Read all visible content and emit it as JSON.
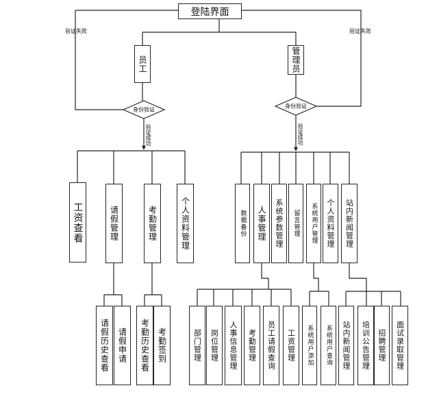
{
  "nodes": {
    "login": "登陆界面",
    "employee": "员工",
    "admin": "管理员",
    "employee_auth": "身份验证",
    "admin_auth": "身份验证"
  },
  "edges": {
    "emp_fail": "验证失败",
    "admin_fail": "验证失败",
    "emp_success": "验证成功",
    "admin_success": "验证成功"
  },
  "employee_modules": [
    {
      "label": "工资查看"
    },
    {
      "label": "请假管理",
      "children": [
        "请假历史查看",
        "请假申请"
      ]
    },
    {
      "label": "考勤管理",
      "children": [
        "考勤历史查看",
        "考勤签到"
      ]
    },
    {
      "label": "个人资料管理"
    }
  ],
  "admin_modules": [
    {
      "label": "数据备份"
    },
    {
      "label": "人事管理",
      "children": [
        "部门管理",
        "岗位管理",
        "人事信息管理",
        "考勤管理",
        "员工请假查询",
        "工资管理"
      ]
    },
    {
      "label": "系统参数管理"
    },
    {
      "label": "留言管理"
    },
    {
      "label": "系统用户管理",
      "children": [
        "系统用户添加",
        "系统用户查询"
      ]
    },
    {
      "label": "个人资料管理"
    },
    {
      "label": "站内新闻管理",
      "children": [
        "站内新闻管理",
        "培训公告管理",
        "招聘管理",
        "面试录取管理"
      ]
    }
  ]
}
